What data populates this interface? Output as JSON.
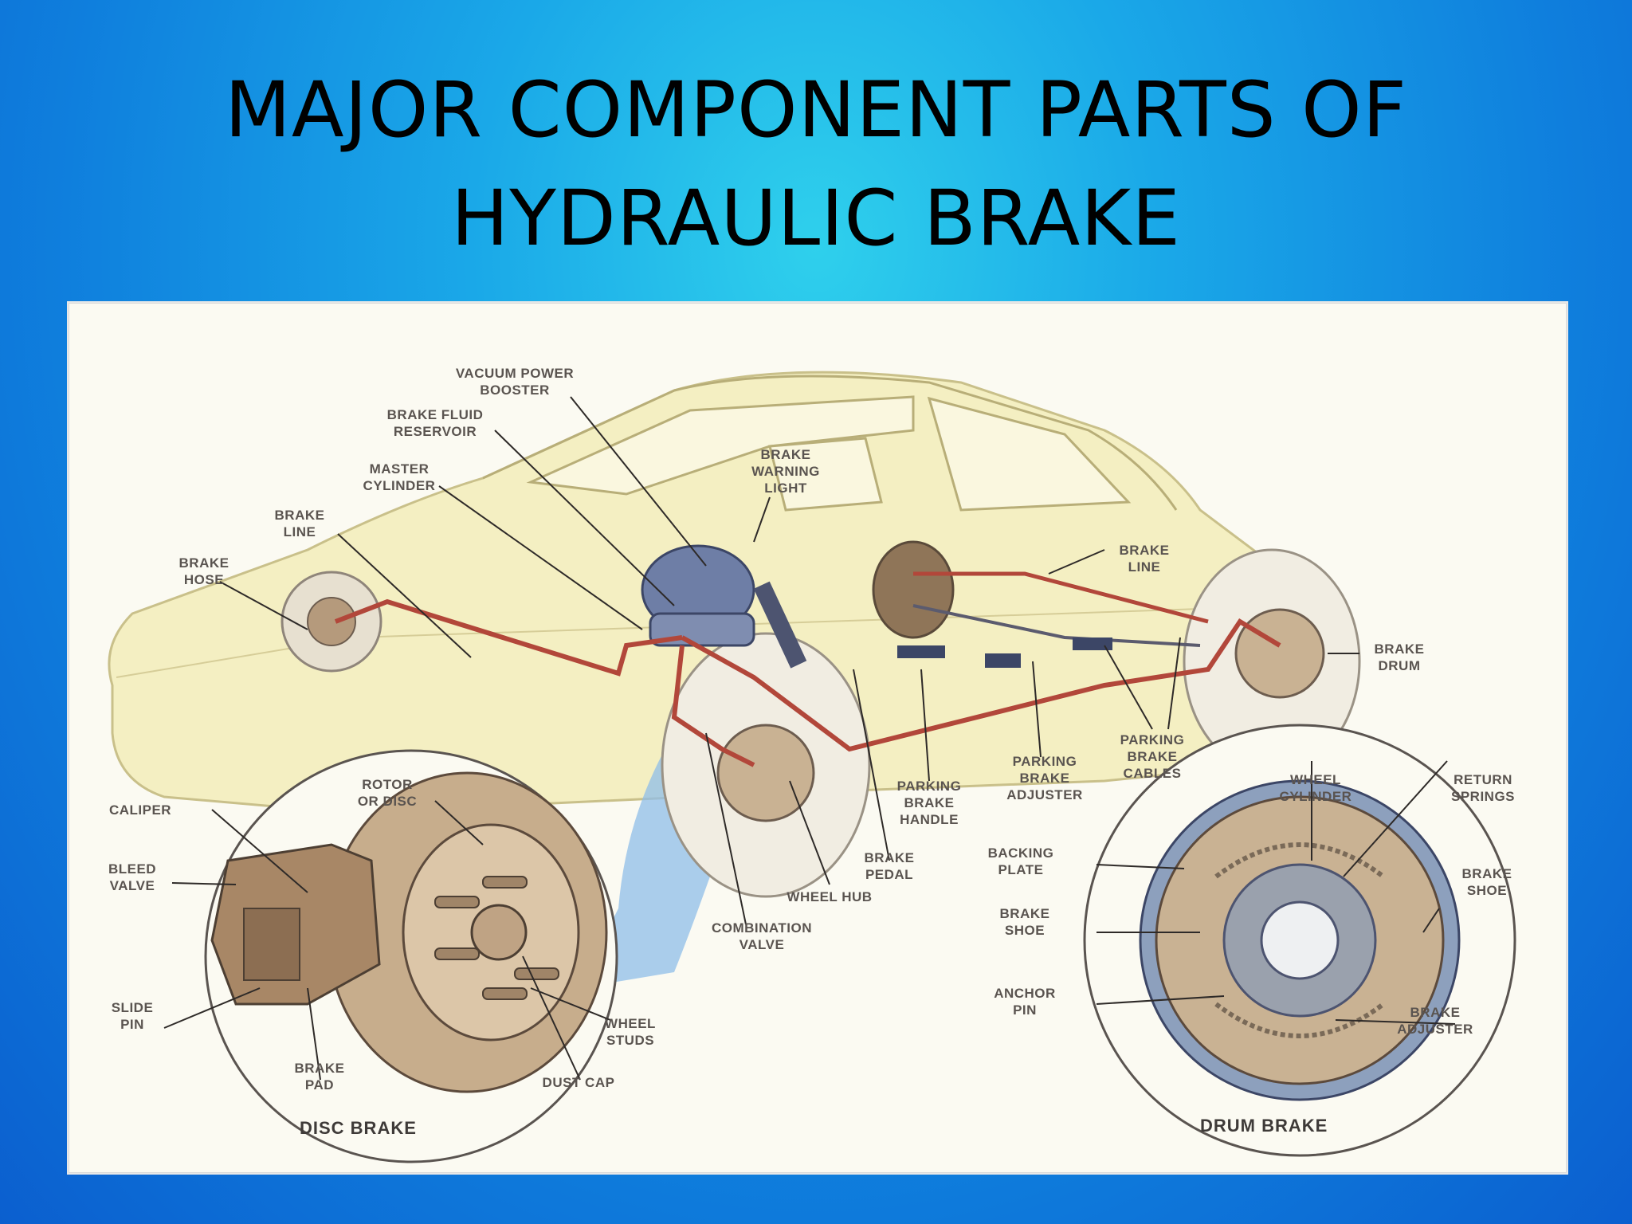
{
  "slide": {
    "title_line1": "MAJOR COMPONENT PARTS OF",
    "title_line2": "HYDRAULIC BRAKE"
  },
  "diagram": {
    "labels": {
      "vacuum_power_booster": "VACUUM POWER\nBOOSTER",
      "brake_fluid_reservoir": "BRAKE FLUID\nRESERVOIR",
      "master_cylinder": "MASTER\nCYLINDER",
      "brake_line_front": "BRAKE\nLINE",
      "brake_hose": "BRAKE\nHOSE",
      "brake_warning_light": "BRAKE\nWARNING\nLIGHT",
      "brake_line_rear": "BRAKE\nLINE",
      "brake_drum": "BRAKE\nDRUM",
      "parking_brake_cables": "PARKING\nBRAKE\nCABLES",
      "parking_brake_adjuster": "PARKING\nBRAKE\nADJUSTER",
      "parking_brake_handle": "PARKING\nBRAKE\nHANDLE",
      "brake_pedal": "BRAKE\nPEDAL",
      "wheel_hub": "WHEEL HUB",
      "combination_valve": "COMBINATION\nVALVE",
      "rotor_or_disc": "ROTOR\nOR DISC",
      "caliper": "CALIPER",
      "bleed_valve": "BLEED\nVALVE",
      "slide_pin": "SLIDE\nPIN",
      "brake_pad": "BRAKE\nPAD",
      "dust_cap": "DUST CAP",
      "wheel_studs": "WHEEL\nSTUDS",
      "wheel_cylinder": "WHEEL\nCYLINDER",
      "return_springs": "RETURN\nSPRINGS",
      "backing_plate": "BACKING\nPLATE",
      "brake_shoe_left": "BRAKE\nSHOE",
      "brake_shoe_right": "BRAKE\nSHOE",
      "anchor_pin": "ANCHOR\nPIN",
      "brake_adjuster": "BRAKE\nADJUSTER"
    },
    "captions": {
      "disc_brake": "DISC BRAKE",
      "drum_brake": "DRUM BRAKE"
    }
  }
}
